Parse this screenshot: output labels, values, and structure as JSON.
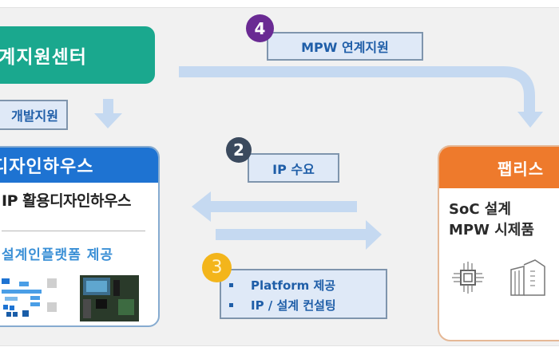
{
  "diagram": {
    "center": {
      "title": "설계지원센터"
    },
    "dev_support_label": "개발지원",
    "design_house": {
      "title": "디자인하우스",
      "subtitle": "IP 활용디자인하우스",
      "platform_text": "설계인플랫폼 제공",
      "images": [
        "block-diagram-image",
        "dev-board-image"
      ]
    },
    "foundry": {
      "title": "팹리스",
      "lines": [
        "SoC 설계",
        "MPW 시제품"
      ],
      "icons": [
        "chip-icon",
        "building-icon"
      ]
    },
    "steps": [
      {
        "number": "4",
        "label": "MPW 연계지원",
        "color": "#6a2a93"
      },
      {
        "number": "2",
        "label": "IP 수요",
        "color": "#3b4a5e"
      },
      {
        "number": "3",
        "items": [
          "Platform 제공",
          "IP / 설계 컨설팅"
        ],
        "color": "#f3b51b"
      }
    ],
    "colors": {
      "center_green": "#1aa88e",
      "design_house_blue": "#1e73d2",
      "foundry_orange": "#ee7a2c",
      "arrow_blue": "#c5d9f1",
      "label_text_blue": "#1f5ea8",
      "label_bg": "#dfe9f7"
    }
  }
}
